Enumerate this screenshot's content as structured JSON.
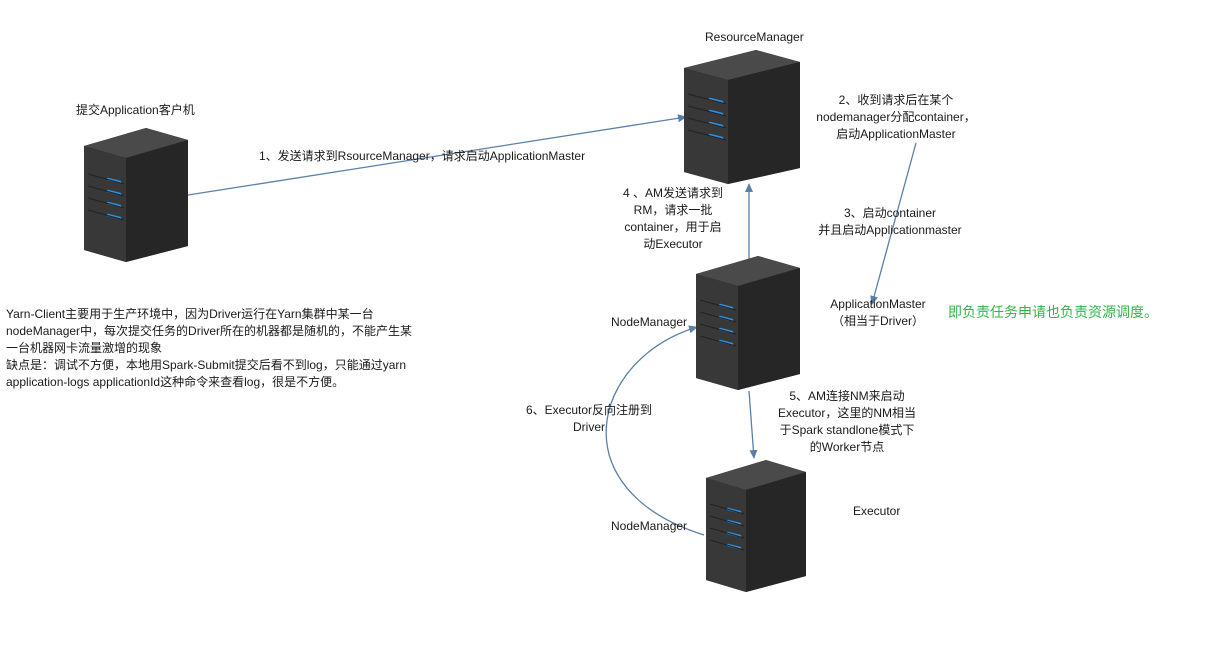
{
  "nodes": {
    "client_title": "提交Application客户机",
    "resource_manager": "ResourceManager",
    "node_manager_1": "NodeManager",
    "node_manager_2": "NodeManager",
    "executor": "Executor",
    "application_master": "ApplicationMaster",
    "application_master_note": "（相当于Driver）"
  },
  "steps": {
    "step1": "1、发送请求到RsourceManager，请求启动ApplicationMaster",
    "step2_l1": "2、收到请求后在某个",
    "step2_l2": "nodemanager分配container，",
    "step2_l3": "启动ApplicationMaster",
    "step3_l1": "3、启动container",
    "step3_l2": "并且启动Applicationmaster",
    "step4_l1": "4 、AM发送请求到",
    "step4_l2": "RM，请求一批",
    "step4_l3": "container，用于启",
    "step4_l4": "动Executor",
    "step5_l1": "5、AM连接NM来启动",
    "step5_l2": "Executor，这里的NM相当",
    "step5_l3": "于Spark  standlone模式下",
    "step5_l4": "的Worker节点",
    "step6_l1": "6、Executor反向注册到",
    "step6_l2": "Driver"
  },
  "notes": {
    "description": "Yarn-Client主要用于生产环境中，因为Driver运行在Yarn集群中某一台\nnodeManager中，每次提交任务的Driver所在的机器都是随机的，不能产生某\n一台机器网卡流量激增的现象\n缺点是：调试不方便，本地用Spark-Submit提交后看不到log，只能通过yarn\napplication-logs  applicationId这种命令来查看log，很是不方便。",
    "highlight": "即负责任务申请也负责资源调度。"
  },
  "colors": {
    "arrow": "#5a7fa8",
    "highlight_text": "#34b34a",
    "server_body": "#2e2e2e",
    "server_led": "#2f8fe0"
  },
  "icons": {
    "server": "server-icon"
  }
}
